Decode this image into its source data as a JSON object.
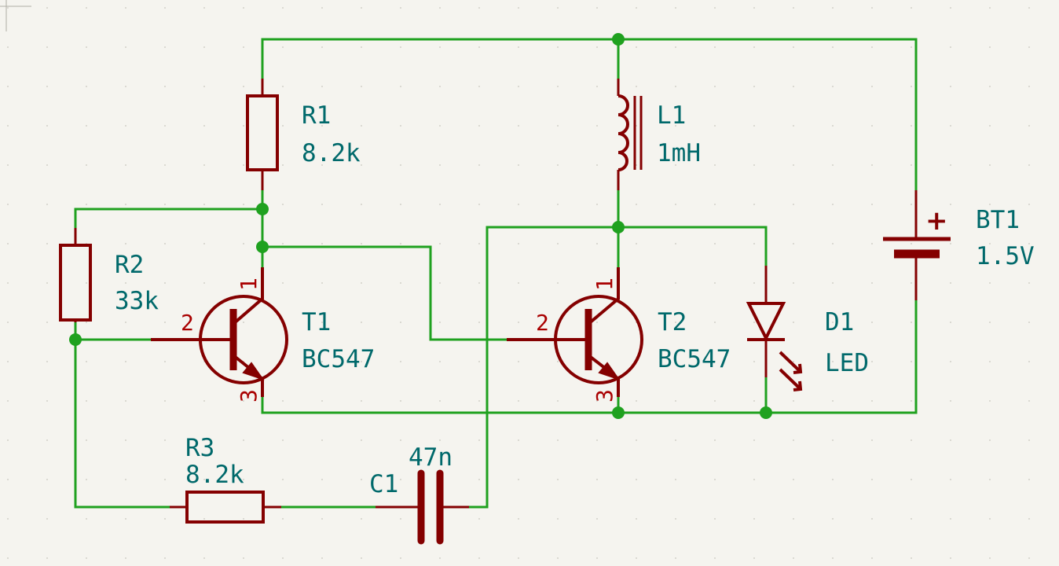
{
  "components": {
    "R1": {
      "ref": "R1",
      "value": "8.2k"
    },
    "R2": {
      "ref": "R2",
      "value": "33k"
    },
    "R3": {
      "ref": "R3",
      "value": "8.2k"
    },
    "L1": {
      "ref": "L1",
      "value": "1mH"
    },
    "T1": {
      "ref": "T1",
      "value": "BC547",
      "pins": [
        "1",
        "2",
        "3"
      ]
    },
    "T2": {
      "ref": "T2",
      "value": "BC547",
      "pins": [
        "1",
        "2",
        "3"
      ]
    },
    "D1": {
      "ref": "D1",
      "value": "LED"
    },
    "C1": {
      "ref": "C1",
      "value": "47n"
    },
    "BT1": {
      "ref": "BT1",
      "value": "1.5V",
      "polarity": "+"
    }
  },
  "colors": {
    "wire": "#1fa11f",
    "symbol": "#840000",
    "reference_text": "#00696b",
    "pin_number": "#a90000",
    "background": "#f5f4ef"
  }
}
